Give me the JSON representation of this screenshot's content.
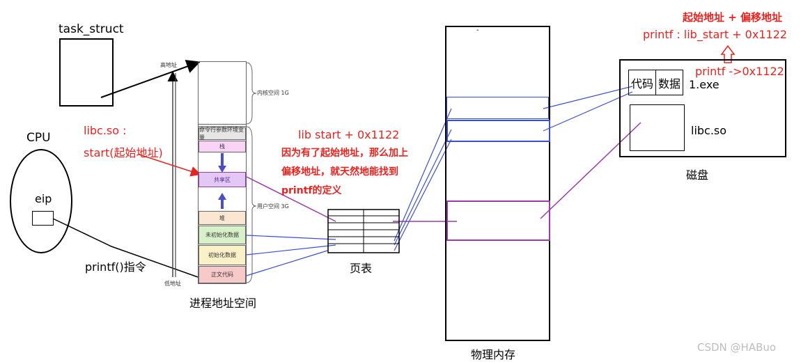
{
  "title_task_struct": "task_struct",
  "cpu": {
    "label": "CPU",
    "register": "eip"
  },
  "libc_note": {
    "line1": "libc.so :",
    "line2": "start(起始地址)"
  },
  "printf_instr": "printf()指令",
  "address_space": {
    "caption": "进程地址空间",
    "high_addr": "高地址",
    "low_addr": "低地址",
    "kernel_label": "内核空间 1G",
    "user_label": "用户空间 3G",
    "segments": [
      {
        "label": "命令行参数环境变量",
        "color": "#e6e6e6"
      },
      {
        "label": "栈",
        "color": "#fbd3f7"
      },
      {
        "label": "共享区",
        "color": "#e3c8f5"
      },
      {
        "label": "堆",
        "color": "#fbe6d2"
      },
      {
        "label": "未初始化数据",
        "color": "#d8f1c8"
      },
      {
        "label": "初始化数据",
        "color": "#fbf1c9"
      },
      {
        "label": "正文代码",
        "color": "#f8c9c9"
      }
    ]
  },
  "middle_note": {
    "formula": "lib start + 0x1122",
    "line1": "因为有了起始地址，那么加上",
    "line2": "偏移地址，就天然地能找到",
    "line3": "printf的定义"
  },
  "page_table": {
    "caption": "页表"
  },
  "physical_memory": {
    "caption": "物理内存",
    "dash": "-"
  },
  "top_right_note": {
    "line1": "起始地址 + 偏移地址",
    "line2": "printf : lib_start + 0x1122",
    "line3": "printf ->0x1122"
  },
  "disk": {
    "caption": "磁盘",
    "code": "代码",
    "data": "数据",
    "exe": "1.exe",
    "libc": "libc.so"
  },
  "watermark": "CSDN @HABuo"
}
